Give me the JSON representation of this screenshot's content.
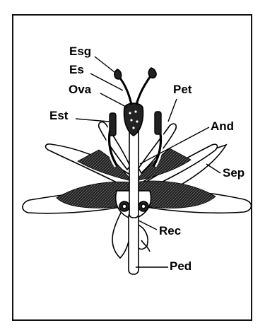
{
  "figure": {
    "labels": {
      "esg": "Esg",
      "es": "Es",
      "ova": "Ova",
      "est": "Est",
      "pet": "Pet",
      "and": "And",
      "sep": "Sep",
      "rec": "Rec",
      "ped": "Ped"
    }
  }
}
